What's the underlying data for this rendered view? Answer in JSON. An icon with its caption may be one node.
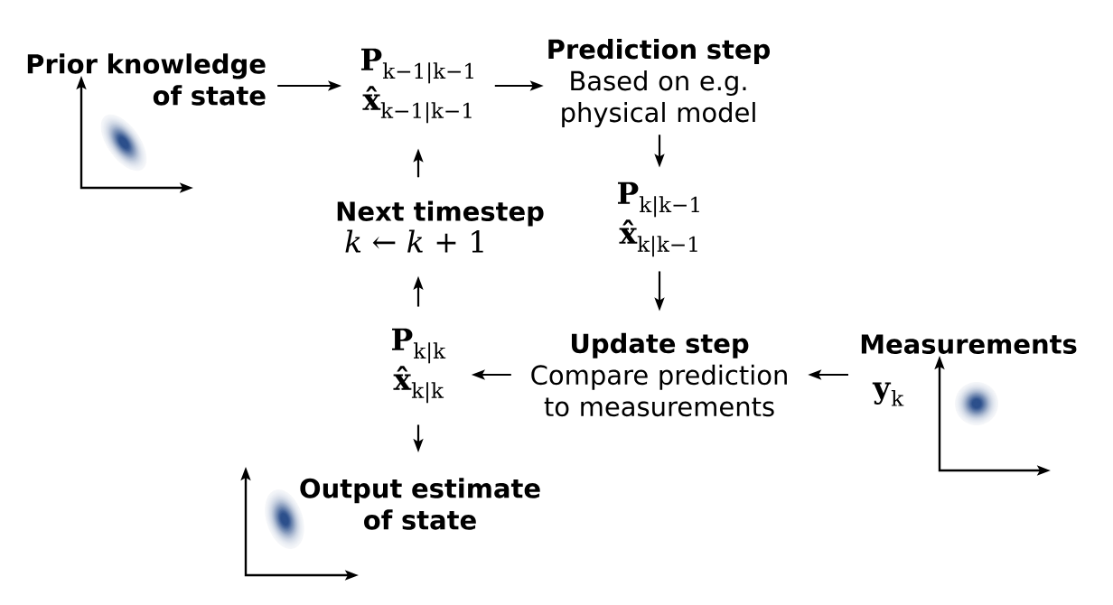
{
  "diagram": {
    "nodes": [
      {
        "text": [
          "Prior knowledge of state"
        ]
      },
      {
        "text": [
          "**P**$_{k−1|k−1}$",
          "**x̂**$_{k−1|k−1}$"
        ]
      },
      {
        "text": [
          "Prediction step",
          "Based on e.g. physical model"
        ]
      },
      {
        "text": [
          "**P**$_{k|k−1}$",
          "**x̂**$_{k|k−1}$"
        ]
      },
      {
        "text": [
          "Update step",
          "Compare prediction to measurements"
        ]
      },
      {
        "text": [
          "Measurements",
          "**y**$_{k}$"
        ]
      },
      {
        "text": [
          "**P**$_{k|k}$",
          "**x̂**$_{k|k}$"
        ]
      },
      {
        "text": [
          "Next timestep",
          "*k* ← *k* + 1"
        ]
      },
      {
        "text": [
          "Output estimate of state"
        ]
      }
    ],
    "edges": [
      {
        "from": 0,
        "to": 1,
        "arrow": "to"
      },
      {
        "from": 1,
        "to": 2,
        "arrow": "to"
      },
      {
        "from": 2,
        "to": 3,
        "arrow": "to"
      },
      {
        "from": 3,
        "to": 4,
        "arrow": "to"
      },
      {
        "from": 5,
        "to": 4,
        "arrow": "to"
      },
      {
        "from": 4,
        "to": 6,
        "arrow": "to"
      },
      {
        "from": 6,
        "to": 7,
        "arrow": "to"
      },
      {
        "from": 7,
        "to": 1,
        "arrow": "to"
      },
      {
        "from": 6,
        "to": 8,
        "arrow": "to"
      }
    ]
  }
}
